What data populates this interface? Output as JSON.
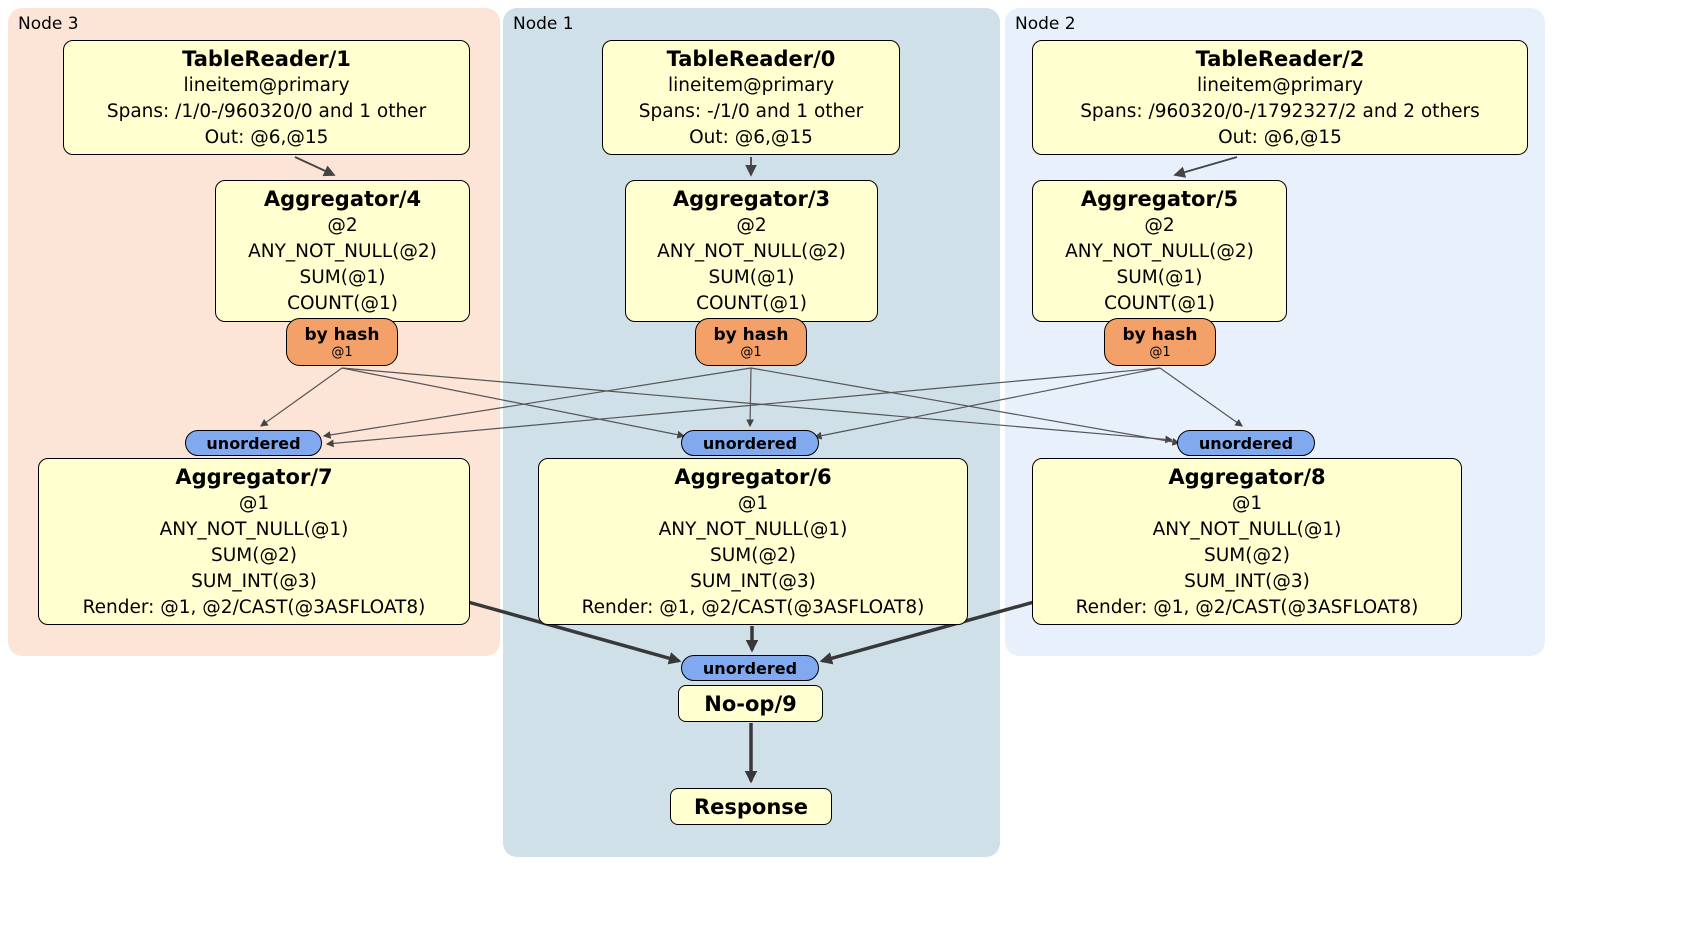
{
  "colors": {
    "node3_bg": "#fce4d6",
    "node1_bg": "#cfe0e9",
    "node2_bg": "#e8f1fb",
    "box_fill": "#ffffd0",
    "router_fill": "#f4a169",
    "sync_fill": "#80a9ef"
  },
  "groups": [
    {
      "label": "Node 3",
      "tablereader": {
        "title": "TableReader/1",
        "lines": [
          "lineitem@primary",
          "Spans: /1/0-/960320/0 and 1 other",
          "Out: @6,@15"
        ]
      },
      "aggregator_top": {
        "title": "Aggregator/4",
        "lines": [
          "@2",
          "ANY_NOT_NULL(@2)",
          "SUM(@1)",
          "COUNT(@1)"
        ]
      },
      "router": {
        "label": "by hash",
        "sub": "@1"
      },
      "sync": {
        "label": "unordered"
      },
      "aggregator_bottom": {
        "title": "Aggregator/7",
        "lines": [
          "@1",
          "ANY_NOT_NULL(@1)",
          "SUM(@2)",
          "SUM_INT(@3)",
          "Render: @1, @2/CAST(@3ASFLOAT8)"
        ]
      }
    },
    {
      "label": "Node 1",
      "tablereader": {
        "title": "TableReader/0",
        "lines": [
          "lineitem@primary",
          "Spans: -/1/0 and 1 other",
          "Out: @6,@15"
        ]
      },
      "aggregator_top": {
        "title": "Aggregator/3",
        "lines": [
          "@2",
          "ANY_NOT_NULL(@2)",
          "SUM(@1)",
          "COUNT(@1)"
        ]
      },
      "router": {
        "label": "by hash",
        "sub": "@1"
      },
      "sync": {
        "label": "unordered"
      },
      "aggregator_bottom": {
        "title": "Aggregator/6",
        "lines": [
          "@1",
          "ANY_NOT_NULL(@1)",
          "SUM(@2)",
          "SUM_INT(@3)",
          "Render: @1, @2/CAST(@3ASFLOAT8)"
        ]
      }
    },
    {
      "label": "Node 2",
      "tablereader": {
        "title": "TableReader/2",
        "lines": [
          "lineitem@primary",
          "Spans: /960320/0-/1792327/2 and 2 others",
          "Out: @6,@15"
        ]
      },
      "aggregator_top": {
        "title": "Aggregator/5",
        "lines": [
          "@2",
          "ANY_NOT_NULL(@2)",
          "SUM(@1)",
          "COUNT(@1)"
        ]
      },
      "router": {
        "label": "by hash",
        "sub": "@1"
      },
      "sync": {
        "label": "unordered"
      },
      "aggregator_bottom": {
        "title": "Aggregator/8",
        "lines": [
          "@1",
          "ANY_NOT_NULL(@1)",
          "SUM(@2)",
          "SUM_INT(@3)",
          "Render: @1, @2/CAST(@3ASFLOAT8)"
        ]
      }
    }
  ],
  "final": {
    "sync": {
      "label": "unordered"
    },
    "noop": {
      "title": "No-op/9"
    },
    "response": {
      "title": "Response"
    }
  }
}
